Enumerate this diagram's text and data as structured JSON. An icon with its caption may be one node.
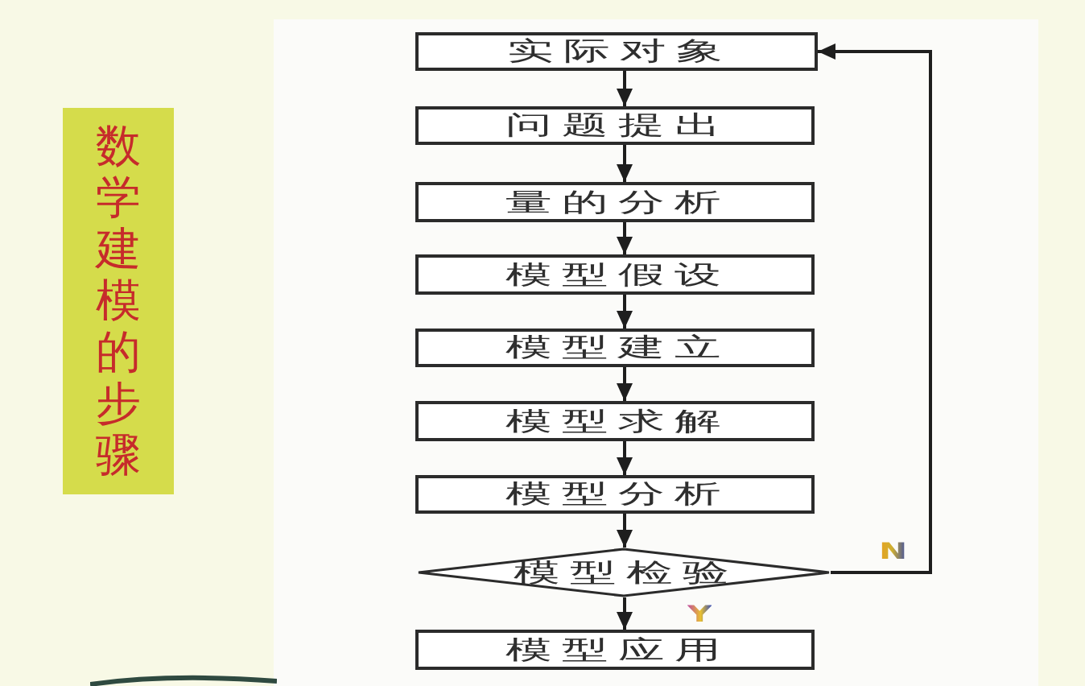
{
  "diagram": {
    "title": "数学建模的步骤",
    "nodes": [
      {
        "text": [
          "实际对象"
        ]
      },
      {
        "text": [
          "问题提出"
        ]
      },
      {
        "text": [
          "量的分析"
        ]
      },
      {
        "text": [
          "模型假设"
        ]
      },
      {
        "text": [
          "模型建立"
        ]
      },
      {
        "text": [
          "模型求解"
        ]
      },
      {
        "text": [
          "模型分析"
        ]
      },
      {
        "text": [
          "模型检验"
        ]
      },
      {
        "text": [
          "模型应用"
        ]
      }
    ],
    "edges": [
      {
        "from": 0,
        "to": 1,
        "arrow": "to"
      },
      {
        "from": 1,
        "to": 2,
        "arrow": "to"
      },
      {
        "from": 2,
        "to": 3,
        "arrow": "to"
      },
      {
        "from": 3,
        "to": 4,
        "arrow": "to"
      },
      {
        "from": 4,
        "to": 5,
        "arrow": "to"
      },
      {
        "from": 5,
        "to": 6,
        "arrow": "to"
      },
      {
        "from": 6,
        "to": 7,
        "arrow": "to"
      },
      {
        "from": 7,
        "to": 8,
        "arrow": "to",
        "label": "Y"
      },
      {
        "from": 7,
        "to": 0,
        "arrow": "to",
        "label": "N"
      }
    ]
  }
}
